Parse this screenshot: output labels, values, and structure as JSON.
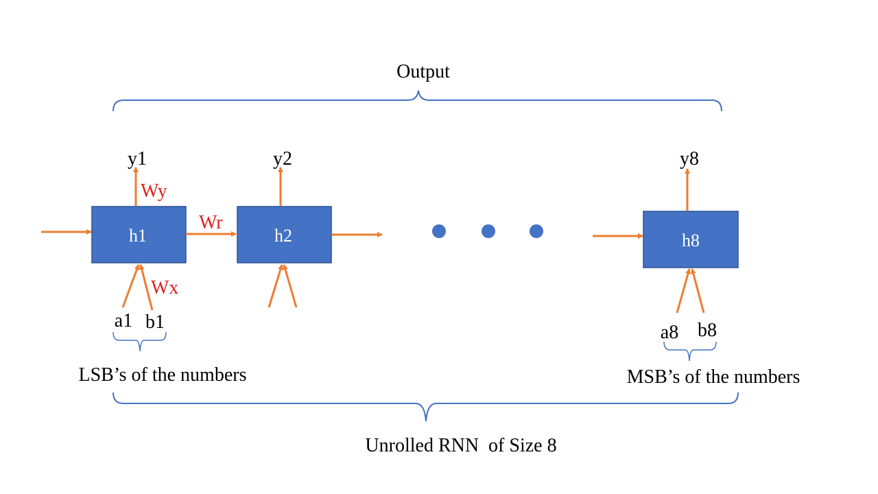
{
  "colors": {
    "box_fill": "#4472C4",
    "box_stroke": "#2F528F",
    "arrow": "#ED7D31",
    "brace": "#4472C4",
    "weight_label": "#E02020",
    "dots": "#4472C4"
  },
  "labels": {
    "output": "Output",
    "unrolled": "Unrolled RNN  of Size 8",
    "lsb": "LSB’s of the numbers",
    "msb": "MSB’s of the numbers"
  },
  "cells": {
    "h1": {
      "label": "h1",
      "output": "y1",
      "input_a": "a1",
      "input_b": "b1"
    },
    "h2": {
      "label": "h2",
      "output": "y2"
    },
    "h8": {
      "label": "h8",
      "output": "y8",
      "input_a": "a8",
      "input_b": "b8"
    }
  },
  "weights": {
    "wy": "Wy",
    "wr": "Wr",
    "wx": "Wx"
  }
}
